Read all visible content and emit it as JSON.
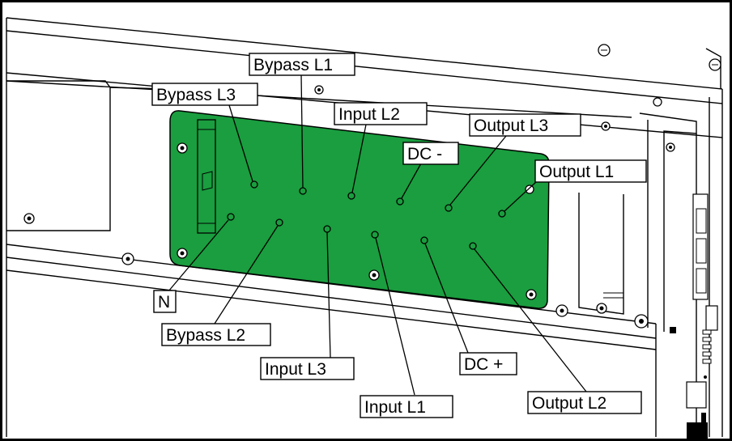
{
  "labels": {
    "bypass_l1": "Bypass L1",
    "bypass_l3": "Bypass L3",
    "input_l2": "Input L2",
    "output_l3": "Output L3",
    "dc_minus": "DC -",
    "output_l1": "Output L1",
    "n": "N",
    "bypass_l2": "Bypass L2",
    "input_l3": "Input L3",
    "dc_plus": "DC +",
    "input_l1": "Input L1",
    "output_l2": "Output L2"
  },
  "colors": {
    "board": "#1a9e3f",
    "line": "#000000",
    "background": "#ffffff"
  }
}
